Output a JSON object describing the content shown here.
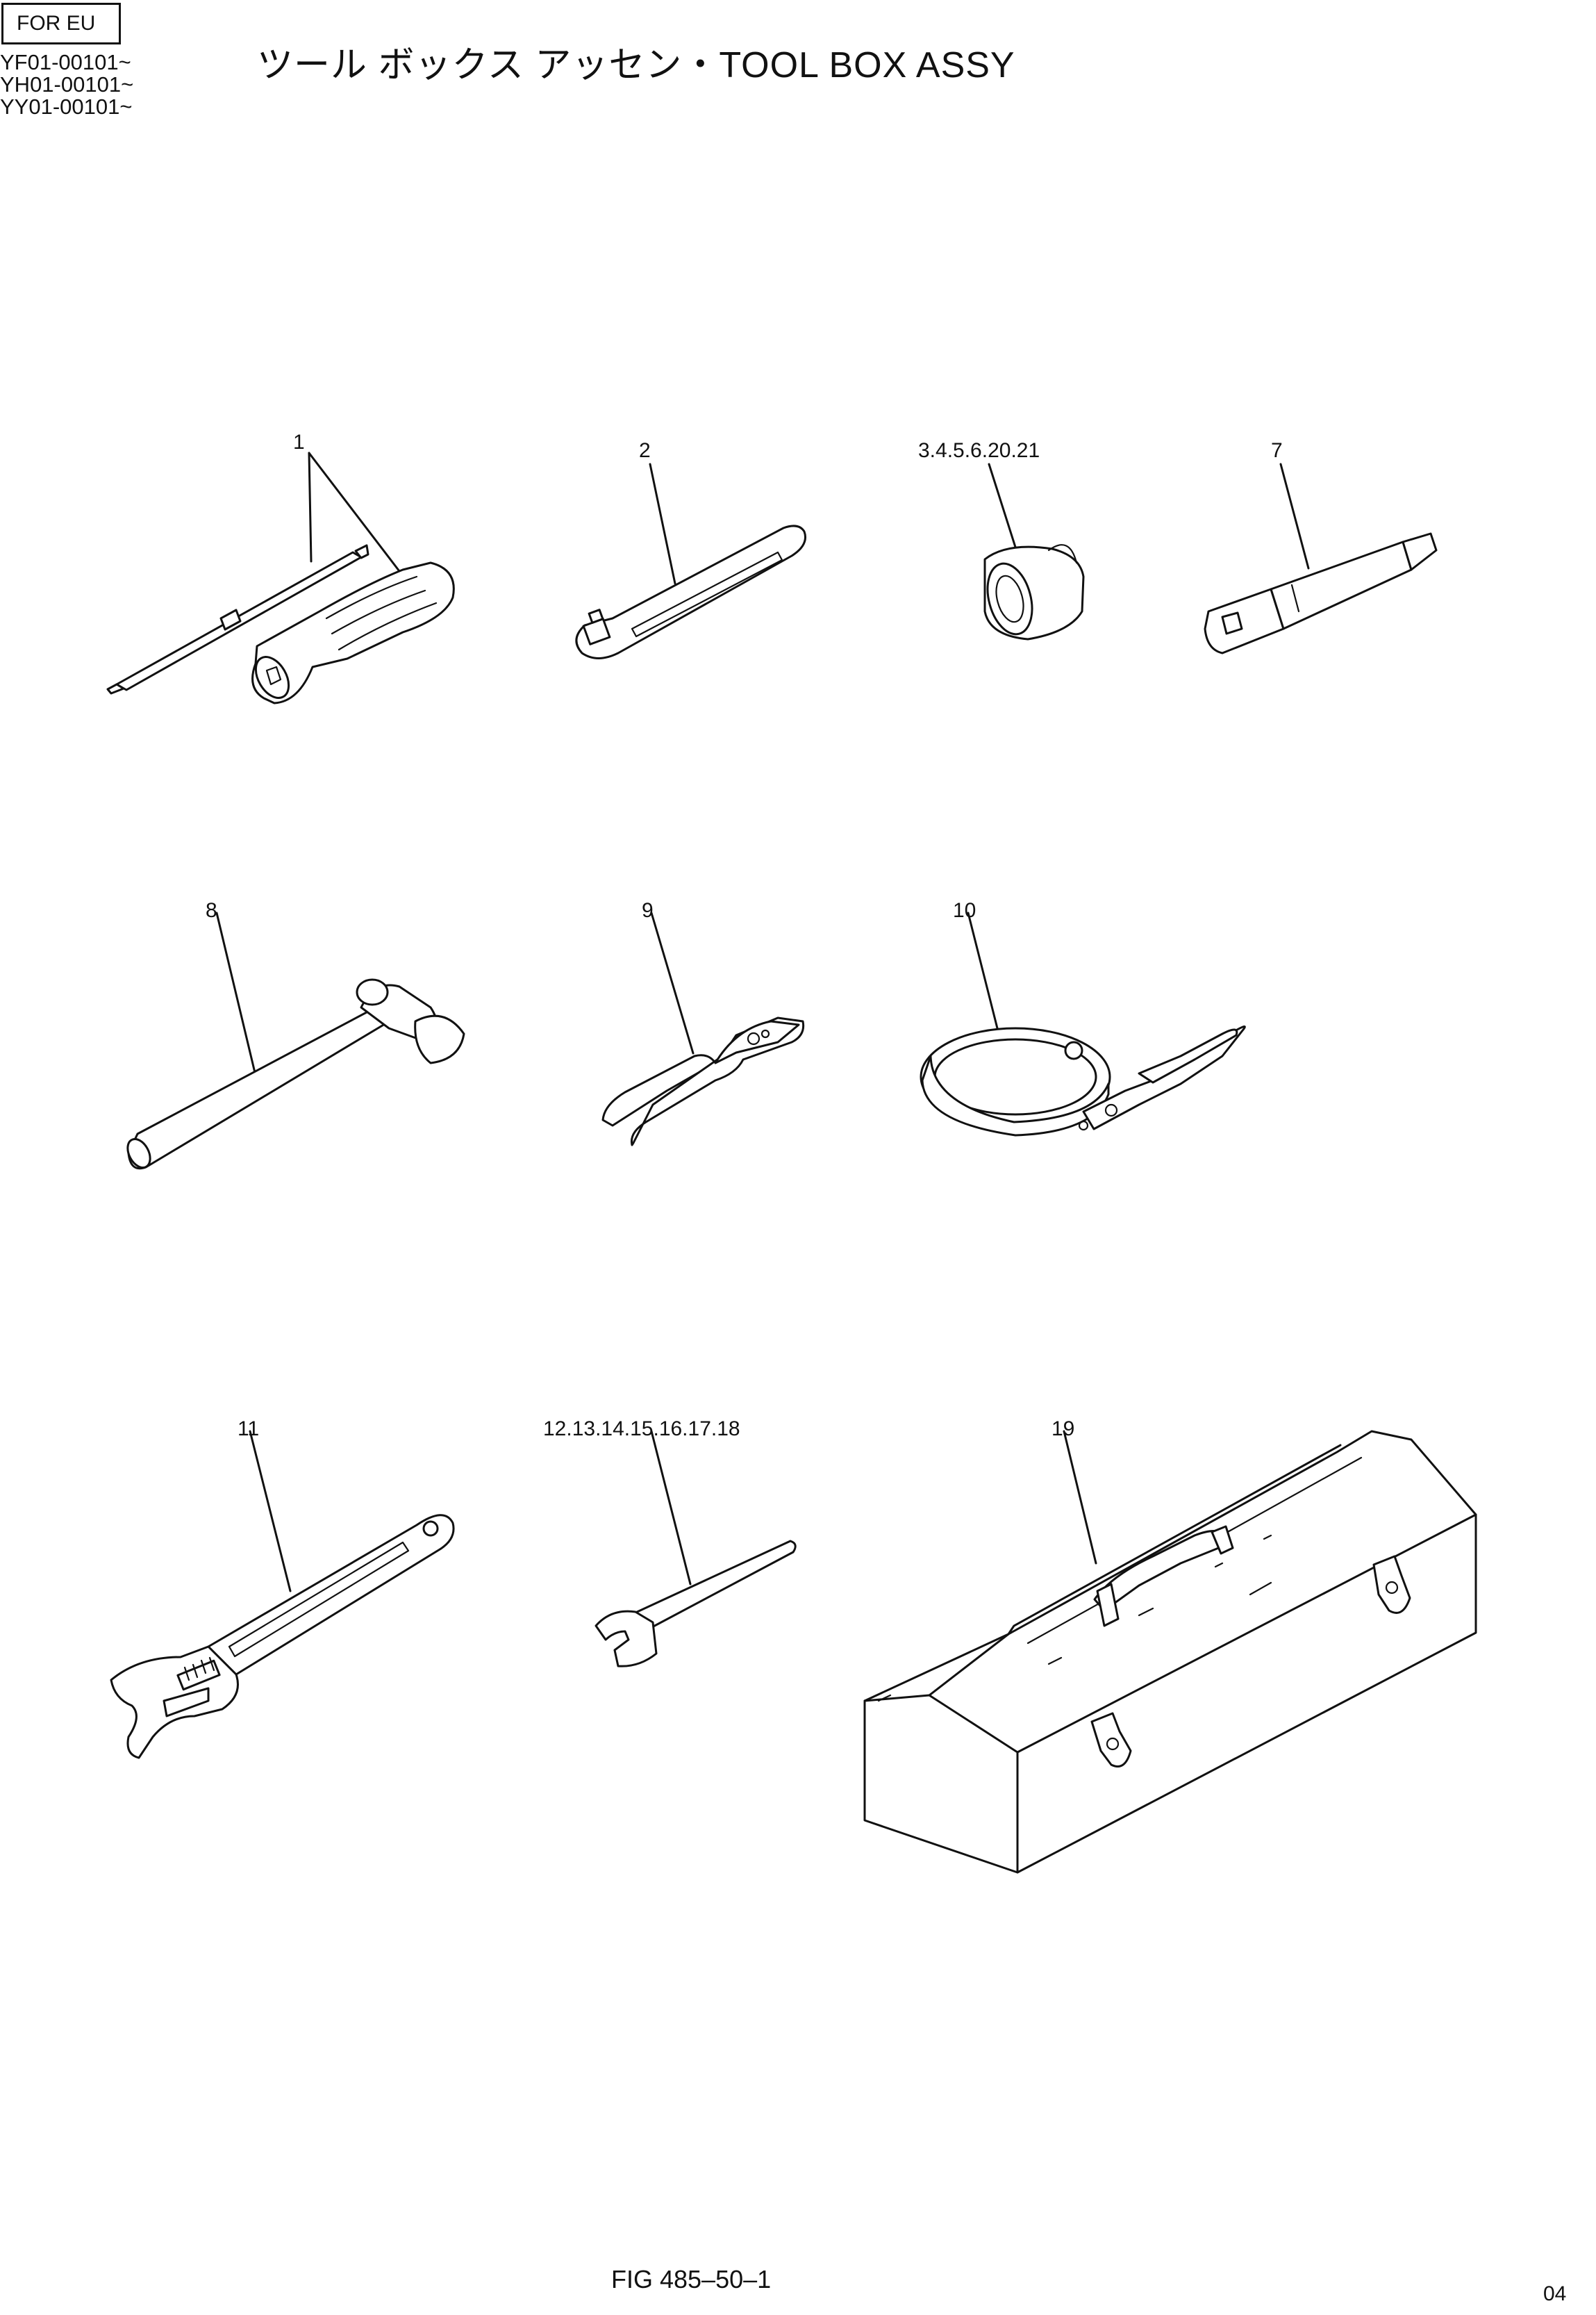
{
  "header": {
    "region_label": "FOR EU",
    "serial_ranges": [
      "YF01-00101~",
      "YH01-00101~",
      "YY01-00101~"
    ],
    "title": "ツール ボックス アッセン・TOOL BOX ASSY"
  },
  "parts": [
    {
      "callout": "1",
      "icon": "screwdriver-icon"
    },
    {
      "callout": "2",
      "icon": "ratchet-handle-icon"
    },
    {
      "callout": "3.4.5.6.20.21",
      "icon": "socket-icon"
    },
    {
      "callout": "7",
      "icon": "extension-bar-icon"
    },
    {
      "callout": "8",
      "icon": "hammer-icon"
    },
    {
      "callout": "9",
      "icon": "pliers-icon"
    },
    {
      "callout": "10",
      "icon": "filter-wrench-icon"
    },
    {
      "callout": "11",
      "icon": "adjustable-wrench-icon"
    },
    {
      "callout": "12.13.14.15.16.17.18",
      "icon": "spanner-icon"
    },
    {
      "callout": "19",
      "icon": "tool-box-icon"
    }
  ],
  "footer": {
    "figure_ref": "FIG 485–50–1",
    "page_code": "04"
  }
}
